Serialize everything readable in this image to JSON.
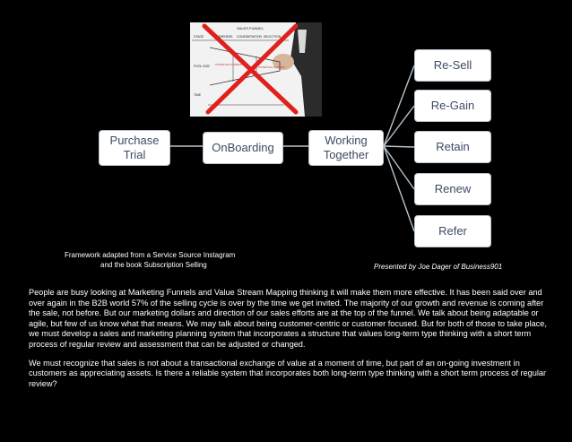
{
  "diagram": {
    "photo": {
      "title": "SALES FUNNEL",
      "stages": [
        "STAGE",
        "AWARENESS",
        "CONSIDERATION",
        "SELECTION"
      ],
      "rows": [
        "POOL SIZE",
        "TIME"
      ],
      "labels": [
        "POTENTIAL AUDIENCE",
        "POTENTIAL BUYERS"
      ],
      "crossed_color": "#e0201c"
    },
    "boxes": {
      "purchase": {
        "line1": "Purchase",
        "line2": "Trial"
      },
      "onboarding": {
        "label": "OnBoarding"
      },
      "working": {
        "line1": "Working",
        "line2": "Together"
      },
      "resell": {
        "label": "Re-Sell"
      },
      "regain": {
        "label": "Re-Gain"
      },
      "retain": {
        "label": "Retain"
      },
      "renew": {
        "label": "Renew"
      },
      "refer": {
        "label": "Refer"
      }
    },
    "caption_left": {
      "line1": "Framework adapted from a Service Source Instagram",
      "line2": "and the book Subscription Selling"
    },
    "caption_right": "Presented by Joe Dager of Business901",
    "colors": {
      "box_text": "#3b4b63",
      "box_border": "#b9c3cc",
      "connector": "#b9c3cc",
      "background": "#000000"
    }
  },
  "body": {
    "paragraph1": "People are busy looking at Marketing Funnels and Value Stream Mapping thinking it will make them more effective. It has been said over and over again in the B2B world 57% of the selling cycle is over by the time we get invited. The majority of our growth and revenue is coming after the sale, not before. But our marketing dollars and direction of our sales efforts are at the top of the funnel. We talk about being adaptable or agile, but few of us know what that means. We may talk about being customer-centric or customer focused. But for both of those to take place, we must develop a sales and marketing planning system that incorporates a structure that values long-term type thinking with a short term process of regular review and assessment that can be adjusted or changed.",
    "paragraph2": "We must recognize that sales is not about a transactional exchange of value at a moment of time, but part of an on-going investment in customers as appreciating assets.  Is there a reliable system that incorporates both long-term type thinking with a short term process of regular review?"
  }
}
